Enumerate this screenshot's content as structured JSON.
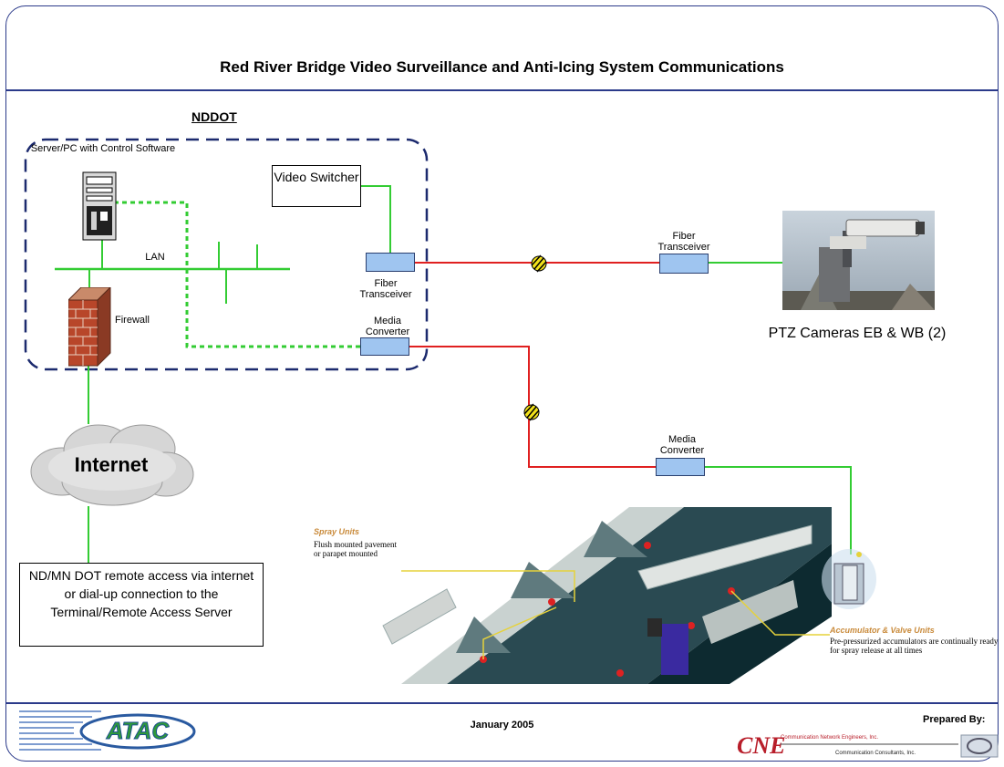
{
  "title": "Red River Bridge Video Surveillance and Anti-Icing System Communications",
  "nddot_label": "NDDOT",
  "server_label": "Server/PC with Control Software",
  "lan_label": "LAN",
  "firewall_label": "Firewall",
  "video_switcher_label": "Video Switcher",
  "fiber_transceiver_local": "Fiber Transceiver",
  "media_converter_local": "Media Converter",
  "fiber_transceiver_remote": "Fiber Transceiver",
  "media_converter_remote": "Media Converter",
  "cameras_label": "PTZ Cameras EB  & WB (2)",
  "internet_label": "Internet",
  "remote_access_text": "ND/MN DOT remote access via internet or dial-up connection to the Terminal/Remote Access Server",
  "spray_title": "Spray Units",
  "spray_desc": "Flush mounted pavement or parapet mounted",
  "accum_title": "Accumulator & Valve Units",
  "accum_desc": "Pre-pressurized accumulators are continually ready for spray release at all times",
  "footer": {
    "date": "January 2005",
    "prepared_by": "Prepared By:",
    "atac_logo": "ATAC",
    "cne_logo": "CNE",
    "cne_line1": "Communication Network Engineers, Inc.",
    "cne_line2": "Communication Consultants, Inc."
  },
  "colors": {
    "accent": "#2b3a8a",
    "lan": "#33cc33",
    "fiber": "#e02020",
    "device": "#9fc5f0"
  }
}
